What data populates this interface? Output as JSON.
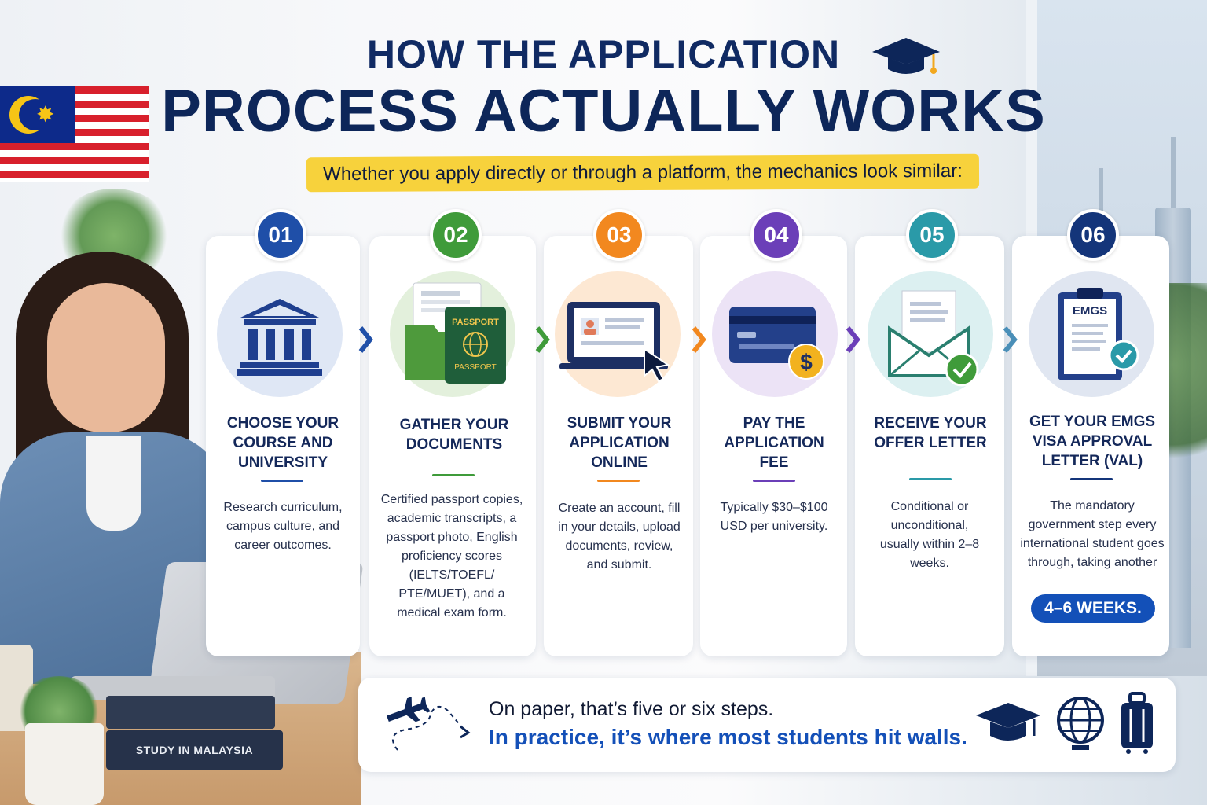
{
  "header": {
    "title_line1": "HOW THE APPLICATION",
    "title_line2": "PROCESS ACTUALLY WORKS",
    "subtitle": "Whether you apply directly or through a platform, the mechanics look similar:"
  },
  "scene": {
    "book_label": "STUDY IN MALAYSIA"
  },
  "steps": [
    {
      "number": "01",
      "color": "#1f4fa8",
      "title": "CHOOSE YOUR COURSE AND UNIVERSITY",
      "description": "Research curriculum, campus culture, and career outcomes.",
      "icon": "university-building-icon"
    },
    {
      "number": "02",
      "color": "#3f9b3a",
      "title": "GATHER YOUR DOCUMENTS",
      "description": "Certified passport copies, academic transcripts, a passport photo, English proficiency scores (IELTS/TOEFL/ PTE/MUET), and a medical exam form.",
      "icon": "passport-documents-icon",
      "icon_labels": [
        "PASSPORT",
        "PASSPORT"
      ]
    },
    {
      "number": "03",
      "color": "#f2881f",
      "title": "SUBMIT YOUR APPLICATION ONLINE",
      "description": "Create an account, fill in your details, upload documents, review, and submit.",
      "icon": "laptop-form-icon"
    },
    {
      "number": "04",
      "color": "#6b3fb8",
      "title": "PAY THE APPLICATION FEE",
      "description": "Typically $30–$100 USD per university.",
      "icon": "credit-card-dollar-icon"
    },
    {
      "number": "05",
      "color": "#2a9aa8",
      "title": "RECEIVE YOUR OFFER LETTER",
      "description": "Conditional or unconditional, usually within 2–8 weeks.",
      "icon": "envelope-letter-check-icon"
    },
    {
      "number": "06",
      "color": "#14357a",
      "title": "GET YOUR EMGS VISA APPROVAL LETTER (VAL)",
      "description": "The mandatory government step every international student goes through, taking another",
      "highlight": "4–6 WEEKS.",
      "icon": "clipboard-check-icon",
      "icon_label": "EMGS"
    }
  ],
  "footer": {
    "line1": "On paper, that’s five or six steps.",
    "line2": "In practice, it’s where most students hit walls.",
    "icons": [
      "airplane-icon",
      "graduation-cap-icon",
      "globe-icon",
      "luggage-icon"
    ]
  },
  "colors": {
    "navy": "#0d2659",
    "accent_blue": "#1450b8",
    "highlight_yellow": "#f7d23c"
  }
}
